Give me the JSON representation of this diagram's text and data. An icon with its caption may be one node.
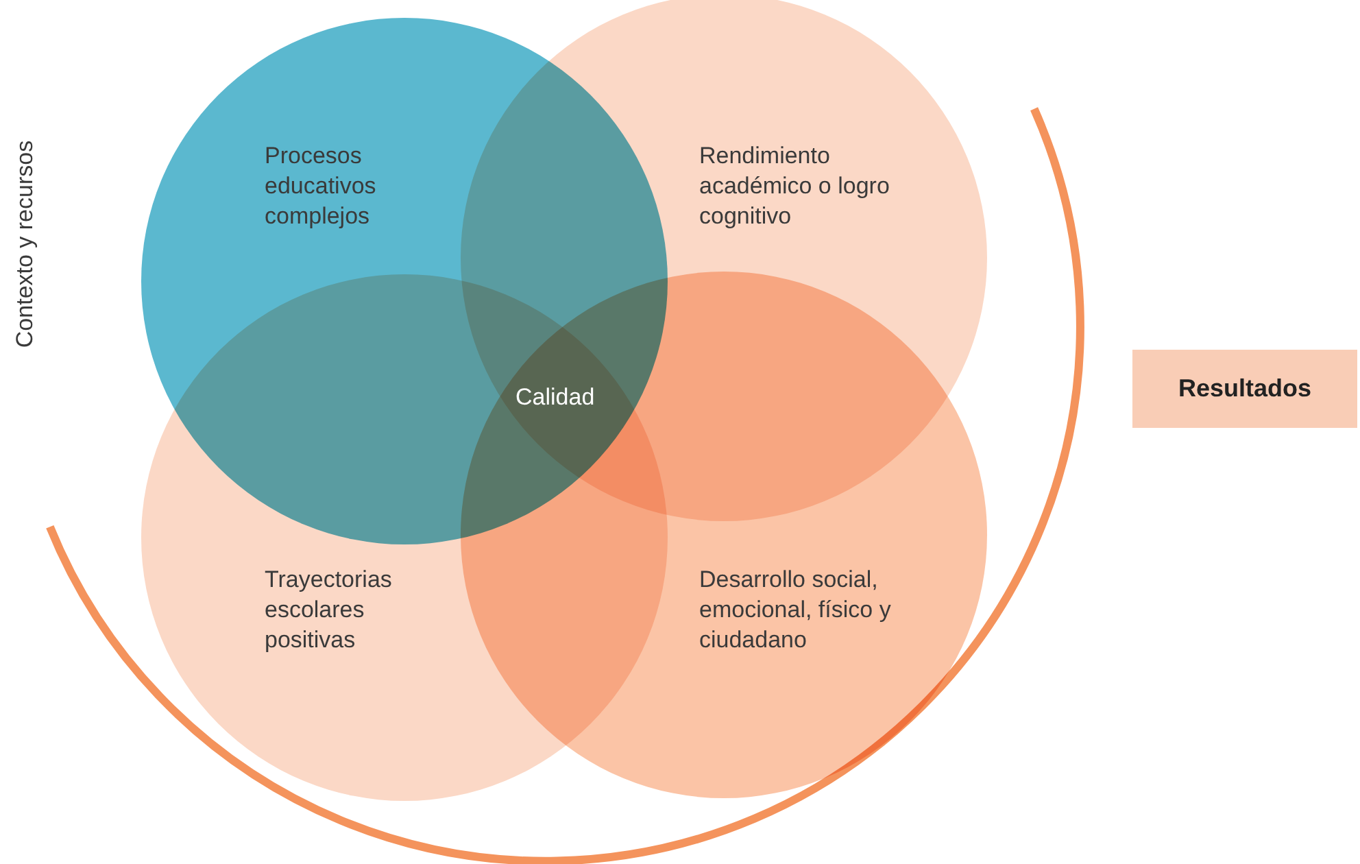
{
  "diagram": {
    "nodes": [
      {
        "text": [
          "Procesos educativos complejos"
        ]
      },
      {
        "text": [
          "Rendimiento académico o logro cognitivo"
        ]
      },
      {
        "text": [
          "Trayectorias escolares positivas"
        ]
      },
      {
        "text": [
          "Desarrollo social, emocional, físico y ciudadano"
        ]
      },
      {
        "text": [
          "Resultados"
        ]
      }
    ],
    "labels": [
      "Contexto y recursos",
      "Calidad"
    ]
  }
}
